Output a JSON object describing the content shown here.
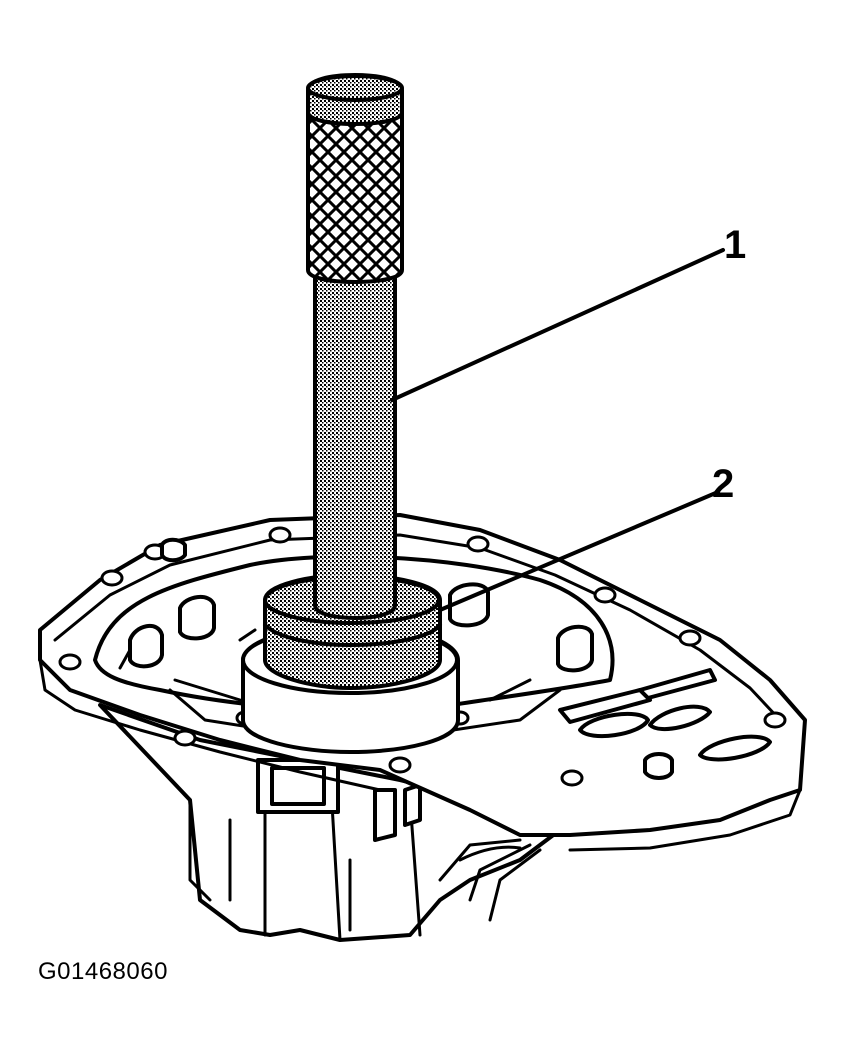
{
  "callouts": [
    {
      "label": "1"
    },
    {
      "label": "2"
    }
  ],
  "figure_id": "G01468060"
}
